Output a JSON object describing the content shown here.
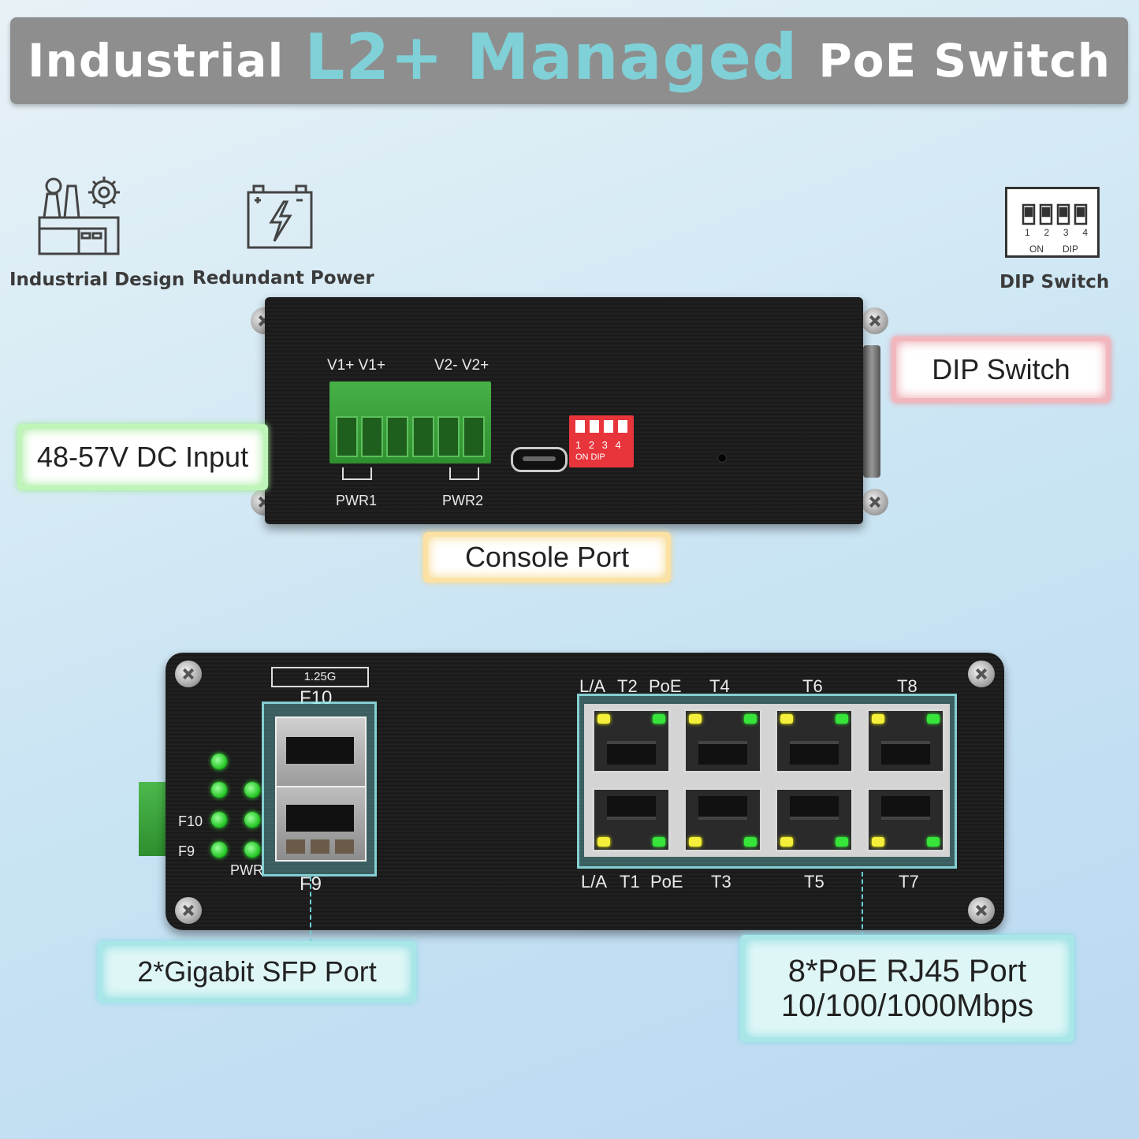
{
  "title": {
    "part1": "Industrial",
    "highlight": "L2+ Managed",
    "part2": "PoE Switch"
  },
  "features": {
    "industrial": {
      "label": "Industrial Design",
      "icon": "factory-icon"
    },
    "power": {
      "label": "Redundant Power",
      "icon": "battery-bolt-icon"
    },
    "dip": {
      "label": "DIP Switch",
      "icon": "dip-switch-icon",
      "numbers": [
        "1",
        "2",
        "3",
        "4"
      ],
      "on": "ON",
      "dip": "DIP"
    }
  },
  "top_panel": {
    "v1": "V1+  V1+",
    "v2": "V2-  V2+",
    "pwr1": "PWR1",
    "pwr2": "PWR2",
    "dip_nums": "1 2 3 4",
    "dip_sub": "ON  DIP"
  },
  "callouts": {
    "dc_input": "48-57V DC Input",
    "dip_switch": "DIP Switch",
    "console": "Console Port",
    "sfp": "2*Gigabit SFP Port",
    "rj45_line1": "8*PoE RJ45 Port",
    "rj45_line2": "10/100/1000Mbps"
  },
  "front_panel": {
    "speed_badge": "1.25G",
    "f10_top": "F10",
    "f9_bottom": "F9",
    "led_f10": "F10",
    "led_f9": "F9",
    "led_pwr": "PWR",
    "top_labels": [
      "L/A",
      "T2",
      "PoE",
      "T4",
      "T6",
      "T8"
    ],
    "bottom_labels": [
      "L/A",
      "T1",
      "PoE",
      "T3",
      "T5",
      "T7"
    ]
  },
  "colors": {
    "banner": "#8e8e8e",
    "highlight": "#7fd0d7",
    "terminal_block": "#3a9a3a",
    "dip_switch": "#e8353b"
  }
}
